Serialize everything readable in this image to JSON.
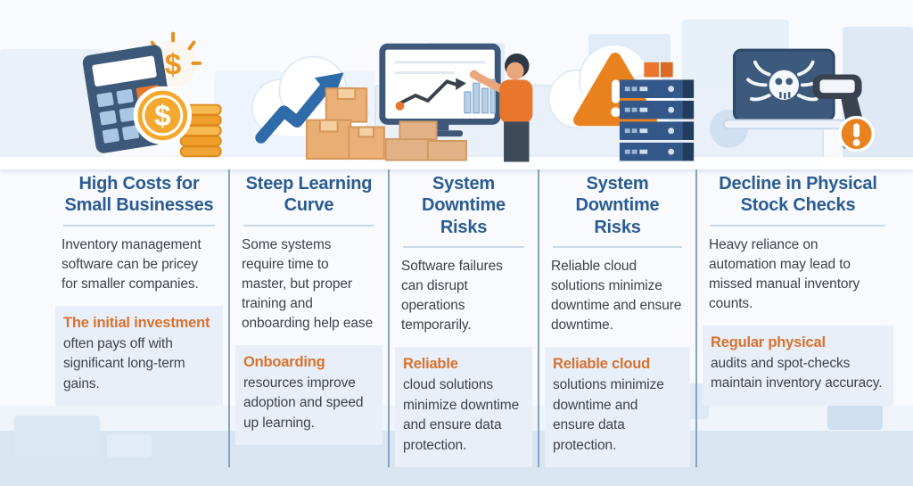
{
  "page": {
    "title": "Inventory Management Software - Risks and Mitigations Infographic",
    "background_color": "#f8fafd",
    "floor_color": "#d9e5f1",
    "heading_color": "#2a5b92",
    "accent_orange": "#d7722f",
    "divider_color": "#8aa2c0",
    "highlight_bg": "#e9eff8"
  },
  "columns": [
    {
      "icon": "calculator-money-icon",
      "heading_line1": "High Costs for",
      "heading_line2": "Small Businesses",
      "body": "Inventory management software can be pricey for smaller companies.",
      "highlight_lead": "The initial investment",
      "highlight_rest": "often pays off with significant long-term gains."
    },
    {
      "icon": "growth-arrow-cloud-boxes-icon",
      "heading_line1": "Steep Learning",
      "heading_line2": "Curve",
      "body": "Some systems require time to master, but proper training and onboarding help ease",
      "highlight_lead": "Onboarding",
      "highlight_rest": "resources improve adoption and speed up learning."
    },
    {
      "icon": "presenter-chart-screen-icon",
      "heading_line1": "System",
      "heading_line2": "Downtime Risks",
      "body": "Software failures can disrupt operations temporarily.",
      "highlight_lead": "Reliable",
      "highlight_rest": "cloud solutions minimize downtime and ensure data protection."
    },
    {
      "icon": "cloud-warning-server-icon",
      "heading_line1": "System",
      "heading_line2": "Downtime Risks",
      "body": "Reliable cloud solutions minimize downtime and ensure downtime.",
      "highlight_lead": "Reliable cloud",
      "highlight_rest": "solutions minimize downtime and ensure data protection."
    },
    {
      "icon": "laptop-malware-scanner-icon",
      "heading_line1": "Decline in Physical",
      "heading_line2": "Stock Checks",
      "body": "Heavy reliance on automation may lead to missed manual inventory counts.",
      "highlight_lead": "Regular physical",
      "highlight_rest": "audits and spot-checks maintain inventory accuracy."
    }
  ]
}
